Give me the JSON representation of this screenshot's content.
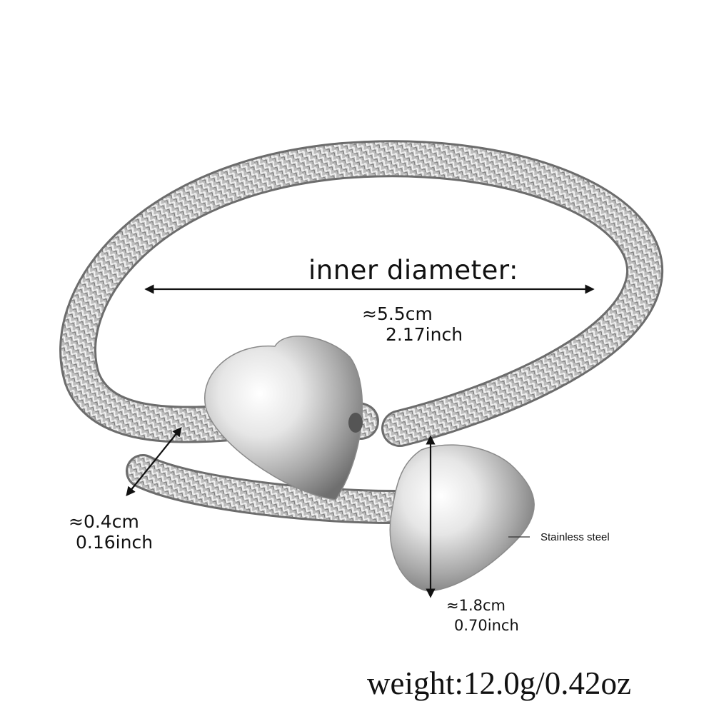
{
  "product": {
    "material": "Stainless steel",
    "weight": "weight:12.0g/0.42oz",
    "colors": {
      "metal": "#c9c9c9",
      "metal_dark": "#7d7d7d",
      "arrow": "#111111"
    }
  },
  "measurements": {
    "inner_diameter": {
      "title": "inner diameter:",
      "cm": "≈5.5cm",
      "inch": "2.17inch"
    },
    "wire_thickness": {
      "cm": "≈0.4cm",
      "inch": "0.16inch"
    },
    "heart_height": {
      "cm": "≈1.8cm",
      "inch": "0.70inch"
    }
  }
}
